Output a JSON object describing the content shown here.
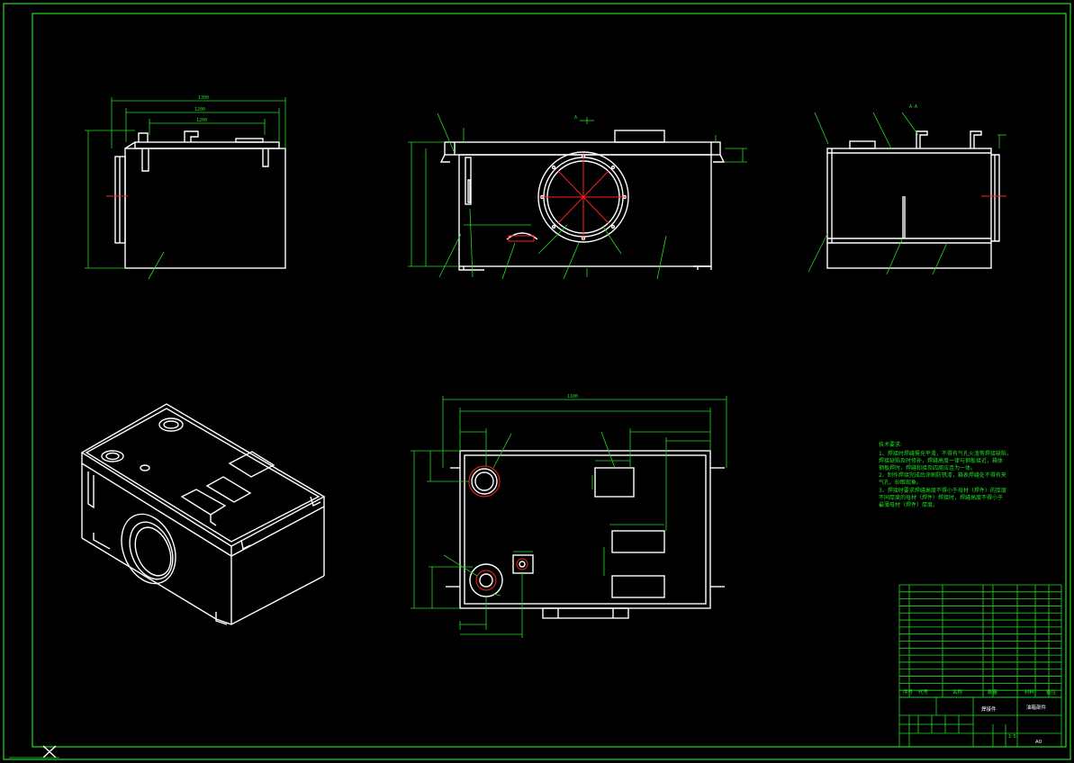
{
  "colors": {
    "background": "#000000",
    "outline": "#ffffff",
    "dimension": "#22dd22",
    "center": "#ff2222"
  },
  "front_view": {
    "dims": [
      "1300",
      "1200",
      "1200",
      "1100"
    ],
    "section_label": "A"
  },
  "side_view": {
    "section_label": "A-A"
  },
  "notes": {
    "heading": "技术要求:",
    "lines": [
      "1、焊接时焊缝需充平滑，不得有气孔火渣等焊接缺陷，",
      "焊接缺陷及时修补，焊缝高度一律与钢板接近，箱体",
      "钢板焊时，焊缝和接及四周应连为一体。",
      "2、制作焊接完成后涂刷防锈漆，箱表焊缝处不得有夹",
      "气孔、砂眼现象。",
      "3、焊接时要求焊缝高度不得小于母材（焊件）的厚度",
      "不同厚度的母材（焊件）焊接时，焊缝高度不得小于",
      "最薄母材（焊件）厚度。"
    ]
  },
  "title_block": {
    "name": "油箱部件",
    "material": "焊接件",
    "scale": "1:5",
    "sheet": "A0",
    "header_labels": [
      "序号",
      "代号",
      "名称",
      "数量",
      "材料",
      "备注"
    ]
  }
}
